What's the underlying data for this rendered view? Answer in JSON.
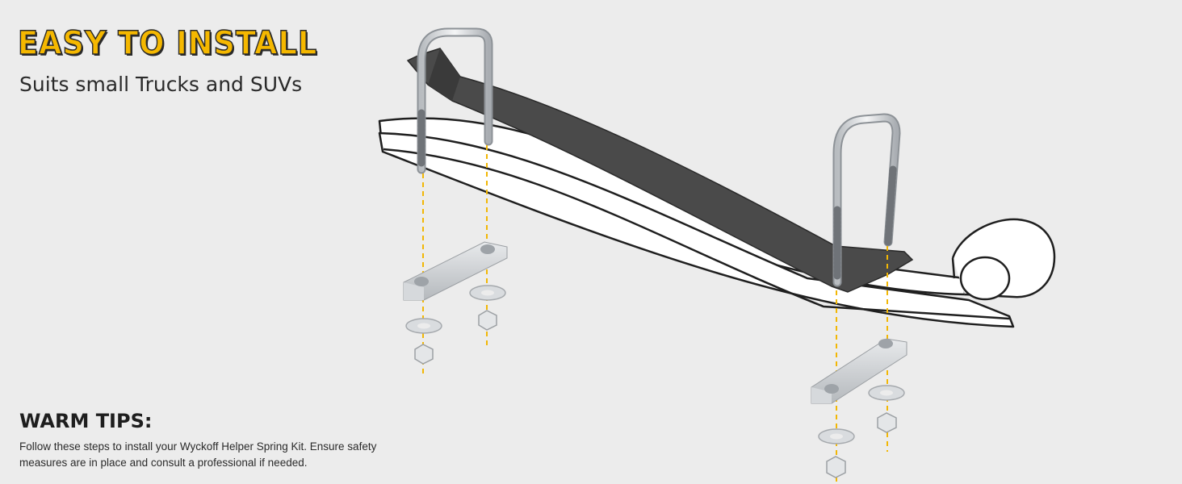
{
  "header": {
    "title": "EASY TO INSTALL",
    "subtitle": "Suits small Trucks and SUVs"
  },
  "tips": {
    "title": "WARM TIPS:",
    "body": "Follow these steps to install your Wyckoff Helper Spring Kit. Ensure safety measures are in place and consult a professional if needed."
  },
  "colors": {
    "accent": "#f5b800",
    "text": "#2a2a2a",
    "background": "#ececec",
    "helper_spring": "#4a4a4a",
    "guide_line": "#f2b705"
  }
}
